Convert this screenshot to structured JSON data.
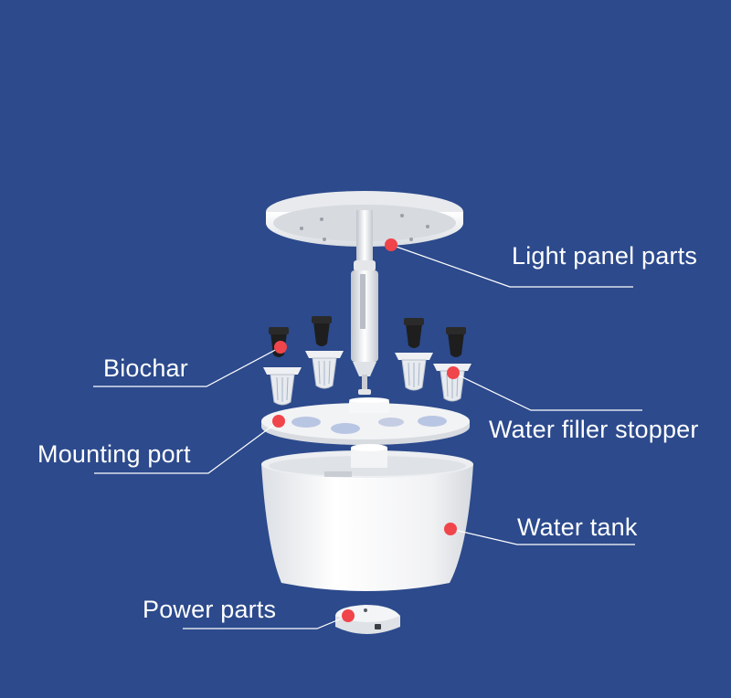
{
  "labels": {
    "light_panel": "Light panel parts",
    "biochar": "Biochar",
    "water_filler": "Water filler stopper",
    "mounting_port": "Mounting port",
    "water_tank": "Water tank",
    "power": "Power parts"
  },
  "colors": {
    "background": "#2c4a8c",
    "marker": "#f0454b",
    "product": "#f4f5f7",
    "pods": "#1e1e1e",
    "leader_line": "#ffffff"
  }
}
